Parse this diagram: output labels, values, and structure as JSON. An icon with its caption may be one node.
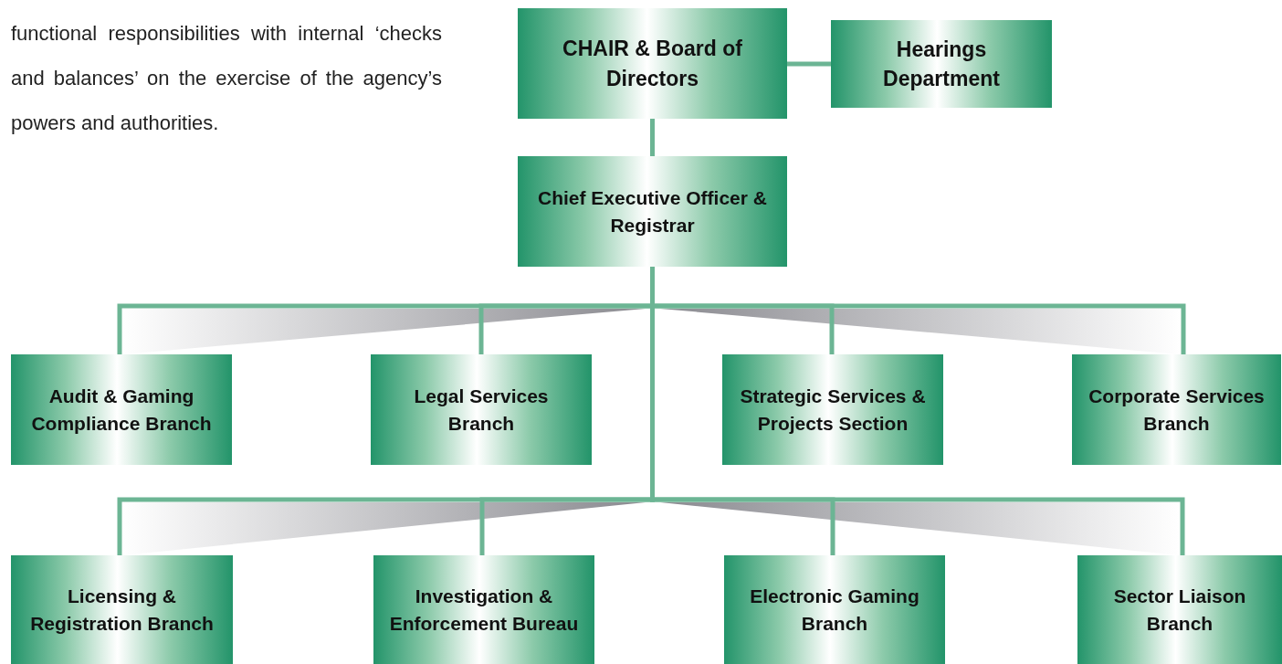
{
  "diagram": {
    "nodes": [
      {
        "text": [
          "CHAIR & Board of Directors"
        ]
      },
      {
        "text": [
          "Hearings Department"
        ]
      },
      {
        "text": [
          "Chief Executive Officer & Registrar"
        ]
      },
      {
        "text": [
          "Audit & Gaming Compliance Branch"
        ]
      },
      {
        "text": [
          "Legal Services Branch"
        ]
      },
      {
        "text": [
          "Strategic Services & Projects Section"
        ]
      },
      {
        "text": [
          "Corporate Services Branch"
        ]
      },
      {
        "text": [
          "Licensing & Registration Branch"
        ]
      },
      {
        "text": [
          "Investigation & Enforcement Bureau"
        ]
      },
      {
        "text": [
          "Electronic Gaming Branch"
        ]
      },
      {
        "text": [
          "Sector Liaison Branch"
        ]
      }
    ],
    "edges": [
      {
        "from": 0,
        "to": 1,
        "arrow": "none"
      },
      {
        "from": 0,
        "to": 2,
        "arrow": "none"
      },
      {
        "from": 2,
        "to": 3,
        "arrow": "none"
      },
      {
        "from": 2,
        "to": 4,
        "arrow": "none"
      },
      {
        "from": 2,
        "to": 5,
        "arrow": "none"
      },
      {
        "from": 2,
        "to": 6,
        "arrow": "none"
      },
      {
        "from": 2,
        "to": 7,
        "arrow": "none"
      },
      {
        "from": 2,
        "to": 8,
        "arrow": "none"
      },
      {
        "from": 2,
        "to": 9,
        "arrow": "none"
      },
      {
        "from": 2,
        "to": 10,
        "arrow": "none"
      }
    ],
    "labels": [
      "functional responsibilities with internal ‘checks and balances’ on the exercise of the agency’s powers and authorities."
    ]
  }
}
